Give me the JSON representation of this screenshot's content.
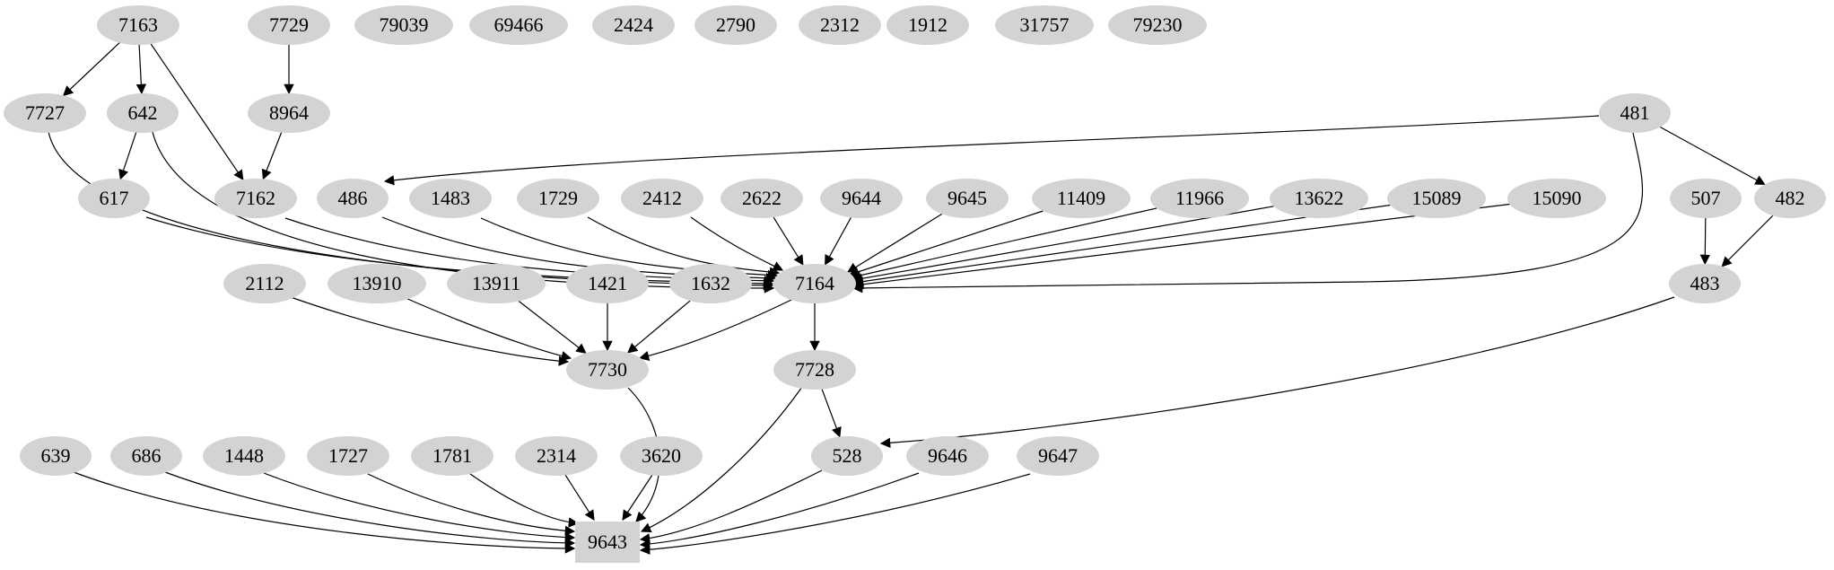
{
  "graph": {
    "type": "directed-graph",
    "background": "#ffffff",
    "node_fill": "#d3d3d3",
    "node_text_color": "#000000",
    "edge_color": "#000000",
    "nodes": [
      {
        "id": "7163",
        "label": "7163",
        "shape": "ellipse"
      },
      {
        "id": "7729",
        "label": "7729",
        "shape": "ellipse"
      },
      {
        "id": "79039",
        "label": "79039",
        "shape": "ellipse"
      },
      {
        "id": "69466",
        "label": "69466",
        "shape": "ellipse"
      },
      {
        "id": "2424",
        "label": "2424",
        "shape": "ellipse"
      },
      {
        "id": "2790",
        "label": "2790",
        "shape": "ellipse"
      },
      {
        "id": "2312",
        "label": "2312",
        "shape": "ellipse"
      },
      {
        "id": "1912",
        "label": "1912",
        "shape": "ellipse"
      },
      {
        "id": "31757",
        "label": "31757",
        "shape": "ellipse"
      },
      {
        "id": "79230",
        "label": "79230",
        "shape": "ellipse"
      },
      {
        "id": "7727",
        "label": "7727",
        "shape": "ellipse"
      },
      {
        "id": "642",
        "label": "642",
        "shape": "ellipse"
      },
      {
        "id": "8964",
        "label": "8964",
        "shape": "ellipse"
      },
      {
        "id": "481",
        "label": "481",
        "shape": "ellipse"
      },
      {
        "id": "617",
        "label": "617",
        "shape": "ellipse"
      },
      {
        "id": "7162",
        "label": "7162",
        "shape": "ellipse"
      },
      {
        "id": "486",
        "label": "486",
        "shape": "ellipse"
      },
      {
        "id": "1483",
        "label": "1483",
        "shape": "ellipse"
      },
      {
        "id": "1729",
        "label": "1729",
        "shape": "ellipse"
      },
      {
        "id": "2412",
        "label": "2412",
        "shape": "ellipse"
      },
      {
        "id": "2622",
        "label": "2622",
        "shape": "ellipse"
      },
      {
        "id": "9644",
        "label": "9644",
        "shape": "ellipse"
      },
      {
        "id": "9645",
        "label": "9645",
        "shape": "ellipse"
      },
      {
        "id": "11409",
        "label": "11409",
        "shape": "ellipse"
      },
      {
        "id": "11966",
        "label": "11966",
        "shape": "ellipse"
      },
      {
        "id": "13622",
        "label": "13622",
        "shape": "ellipse"
      },
      {
        "id": "15089",
        "label": "15089",
        "shape": "ellipse"
      },
      {
        "id": "15090",
        "label": "15090",
        "shape": "ellipse"
      },
      {
        "id": "507",
        "label": "507",
        "shape": "ellipse"
      },
      {
        "id": "482",
        "label": "482",
        "shape": "ellipse"
      },
      {
        "id": "2112",
        "label": "2112",
        "shape": "ellipse"
      },
      {
        "id": "13910",
        "label": "13910",
        "shape": "ellipse"
      },
      {
        "id": "13911",
        "label": "13911",
        "shape": "ellipse"
      },
      {
        "id": "1421",
        "label": "1421",
        "shape": "ellipse"
      },
      {
        "id": "1632",
        "label": "1632",
        "shape": "ellipse"
      },
      {
        "id": "7164",
        "label": "7164",
        "shape": "ellipse"
      },
      {
        "id": "483",
        "label": "483",
        "shape": "ellipse"
      },
      {
        "id": "7730",
        "label": "7730",
        "shape": "ellipse"
      },
      {
        "id": "7728",
        "label": "7728",
        "shape": "ellipse"
      },
      {
        "id": "639",
        "label": "639",
        "shape": "ellipse"
      },
      {
        "id": "686",
        "label": "686",
        "shape": "ellipse"
      },
      {
        "id": "1448",
        "label": "1448",
        "shape": "ellipse"
      },
      {
        "id": "1727",
        "label": "1727",
        "shape": "ellipse"
      },
      {
        "id": "1781",
        "label": "1781",
        "shape": "ellipse"
      },
      {
        "id": "2314",
        "label": "2314",
        "shape": "ellipse"
      },
      {
        "id": "3620",
        "label": "3620",
        "shape": "ellipse"
      },
      {
        "id": "528",
        "label": "528",
        "shape": "ellipse"
      },
      {
        "id": "9646",
        "label": "9646",
        "shape": "ellipse"
      },
      {
        "id": "9647",
        "label": "9647",
        "shape": "ellipse"
      },
      {
        "id": "9643",
        "label": "9643",
        "shape": "box"
      }
    ],
    "edges": [
      {
        "from": "7163",
        "to": "7727"
      },
      {
        "from": "7163",
        "to": "642"
      },
      {
        "from": "7163",
        "to": "7162"
      },
      {
        "from": "7729",
        "to": "8964"
      },
      {
        "from": "8964",
        "to": "7162"
      },
      {
        "from": "642",
        "to": "617"
      },
      {
        "from": "642",
        "to": "7164"
      },
      {
        "from": "7727",
        "to": "7164"
      },
      {
        "from": "617",
        "to": "7164"
      },
      {
        "from": "7162",
        "to": "7164"
      },
      {
        "from": "486",
        "to": "7164"
      },
      {
        "from": "1483",
        "to": "7164"
      },
      {
        "from": "1729",
        "to": "7164"
      },
      {
        "from": "2412",
        "to": "7164"
      },
      {
        "from": "2622",
        "to": "7164"
      },
      {
        "from": "9644",
        "to": "7164"
      },
      {
        "from": "9645",
        "to": "7164"
      },
      {
        "from": "11409",
        "to": "7164"
      },
      {
        "from": "11966",
        "to": "7164"
      },
      {
        "from": "13622",
        "to": "7164"
      },
      {
        "from": "15089",
        "to": "7164"
      },
      {
        "from": "15090",
        "to": "7164"
      },
      {
        "from": "481",
        "to": "486"
      },
      {
        "from": "481",
        "to": "482"
      },
      {
        "from": "481",
        "to": "7164"
      },
      {
        "from": "507",
        "to": "483"
      },
      {
        "from": "482",
        "to": "483"
      },
      {
        "from": "483",
        "to": "528"
      },
      {
        "from": "2112",
        "to": "7730"
      },
      {
        "from": "13910",
        "to": "7730"
      },
      {
        "from": "13911",
        "to": "7730"
      },
      {
        "from": "1421",
        "to": "7730"
      },
      {
        "from": "1632",
        "to": "7730"
      },
      {
        "from": "7164",
        "to": "7730"
      },
      {
        "from": "7164",
        "to": "7728"
      },
      {
        "from": "7728",
        "to": "528"
      },
      {
        "from": "7728",
        "to": "9643"
      },
      {
        "from": "7730",
        "to": "9643"
      },
      {
        "from": "528",
        "to": "9643"
      },
      {
        "from": "9646",
        "to": "9643"
      },
      {
        "from": "9647",
        "to": "9643"
      },
      {
        "from": "639",
        "to": "9643"
      },
      {
        "from": "686",
        "to": "9643"
      },
      {
        "from": "1448",
        "to": "9643"
      },
      {
        "from": "1727",
        "to": "9643"
      },
      {
        "from": "1781",
        "to": "9643"
      },
      {
        "from": "2314",
        "to": "9643"
      },
      {
        "from": "3620",
        "to": "9643"
      }
    ]
  }
}
